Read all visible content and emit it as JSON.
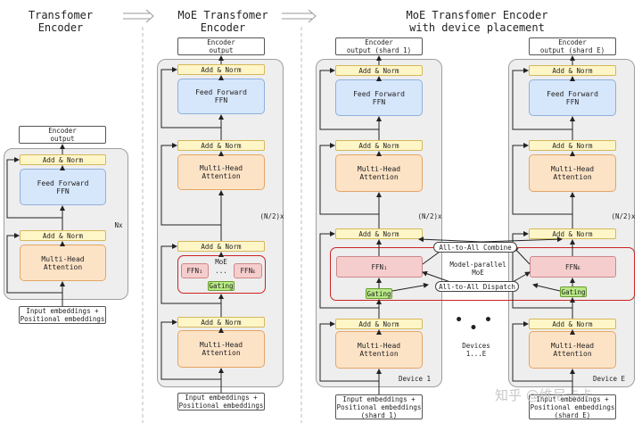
{
  "titles": {
    "encoder": "Transfomer\nEncoder",
    "moe": "MoE Transfomer\nEncoder",
    "device": "MoE Transfomer Encoder\nwith device placement"
  },
  "labels": {
    "add_norm": "Add & Norm",
    "feed_forward": "Feed Forward\nFFN",
    "mha": "Multi-Head\nAttention",
    "encoder_output": "Encoder\noutput",
    "encoder_output_shard1": "Encoder\noutput (shard 1)",
    "encoder_output_shardE": "Encoder\noutput (shard E)",
    "input_embeddings": "Input embeddings +\nPositional embeddings",
    "input_shard1": "Input embeddings +\nPositional embeddings\n(shard 1)",
    "input_shardE": "Input embeddings +\nPositional embeddings\n(shard E)",
    "nx": "Nx",
    "n2x": "(N/2)x",
    "moe": "MoE",
    "ffn1": "FFN₁",
    "ffnE": "FFNᴇ",
    "ffn_dots": "...",
    "gating": "Gating",
    "all_to_all_combine": "All-to-All Combine",
    "all_to_all_dispatch": "All-to-All Dispatch",
    "model_parallel_moe": "Model-parallel\nMoE",
    "devices": "Devices\n1...E",
    "device1": "Device 1",
    "deviceE": "Device E",
    "ellipsis": "• • •",
    "watermark": "知乎 @维尼卡卡"
  },
  "colors": {
    "add_norm": "#fff6c8",
    "feed_forward": "#d6e6fb",
    "attention": "#fde3c6",
    "ffn": "#f6cdcd",
    "gating": "#b8e986",
    "moe_border": "#cc2222",
    "panel": "#eeeeee"
  }
}
